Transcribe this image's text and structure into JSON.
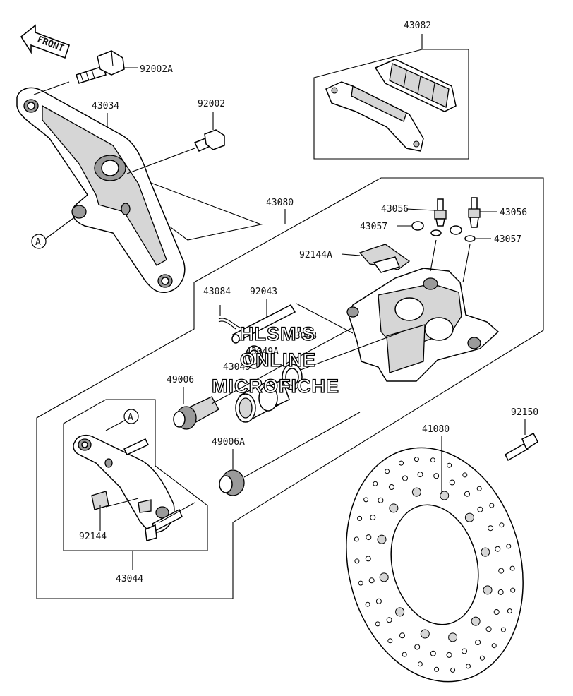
{
  "front_arrow": {
    "label": "FRONT"
  },
  "ref_markers": {
    "a_top": "A",
    "a_bracket": "A"
  },
  "part_numbers": {
    "p43082": "43082",
    "p92002A": "92002A",
    "p43034": "43034",
    "p92002": "92002",
    "p43080": "43080",
    "p43056_left": "43056",
    "p43056_right": "43056",
    "p43057_left": "43057",
    "p43057_right": "43057",
    "p92144A": "92144A",
    "p43084": "43084",
    "p92043": "92043",
    "p43049A": "43049A",
    "p43048": "43048",
    "p43049": "43049",
    "p49006": "49006",
    "p49006A": "49006A",
    "p92150": "92150",
    "p41080": "41080",
    "p92144": "92144",
    "p43044": "43044"
  },
  "watermark": {
    "line1": "HLSM'S",
    "line2": "ONLINE",
    "line3": "MICROFICHE"
  }
}
